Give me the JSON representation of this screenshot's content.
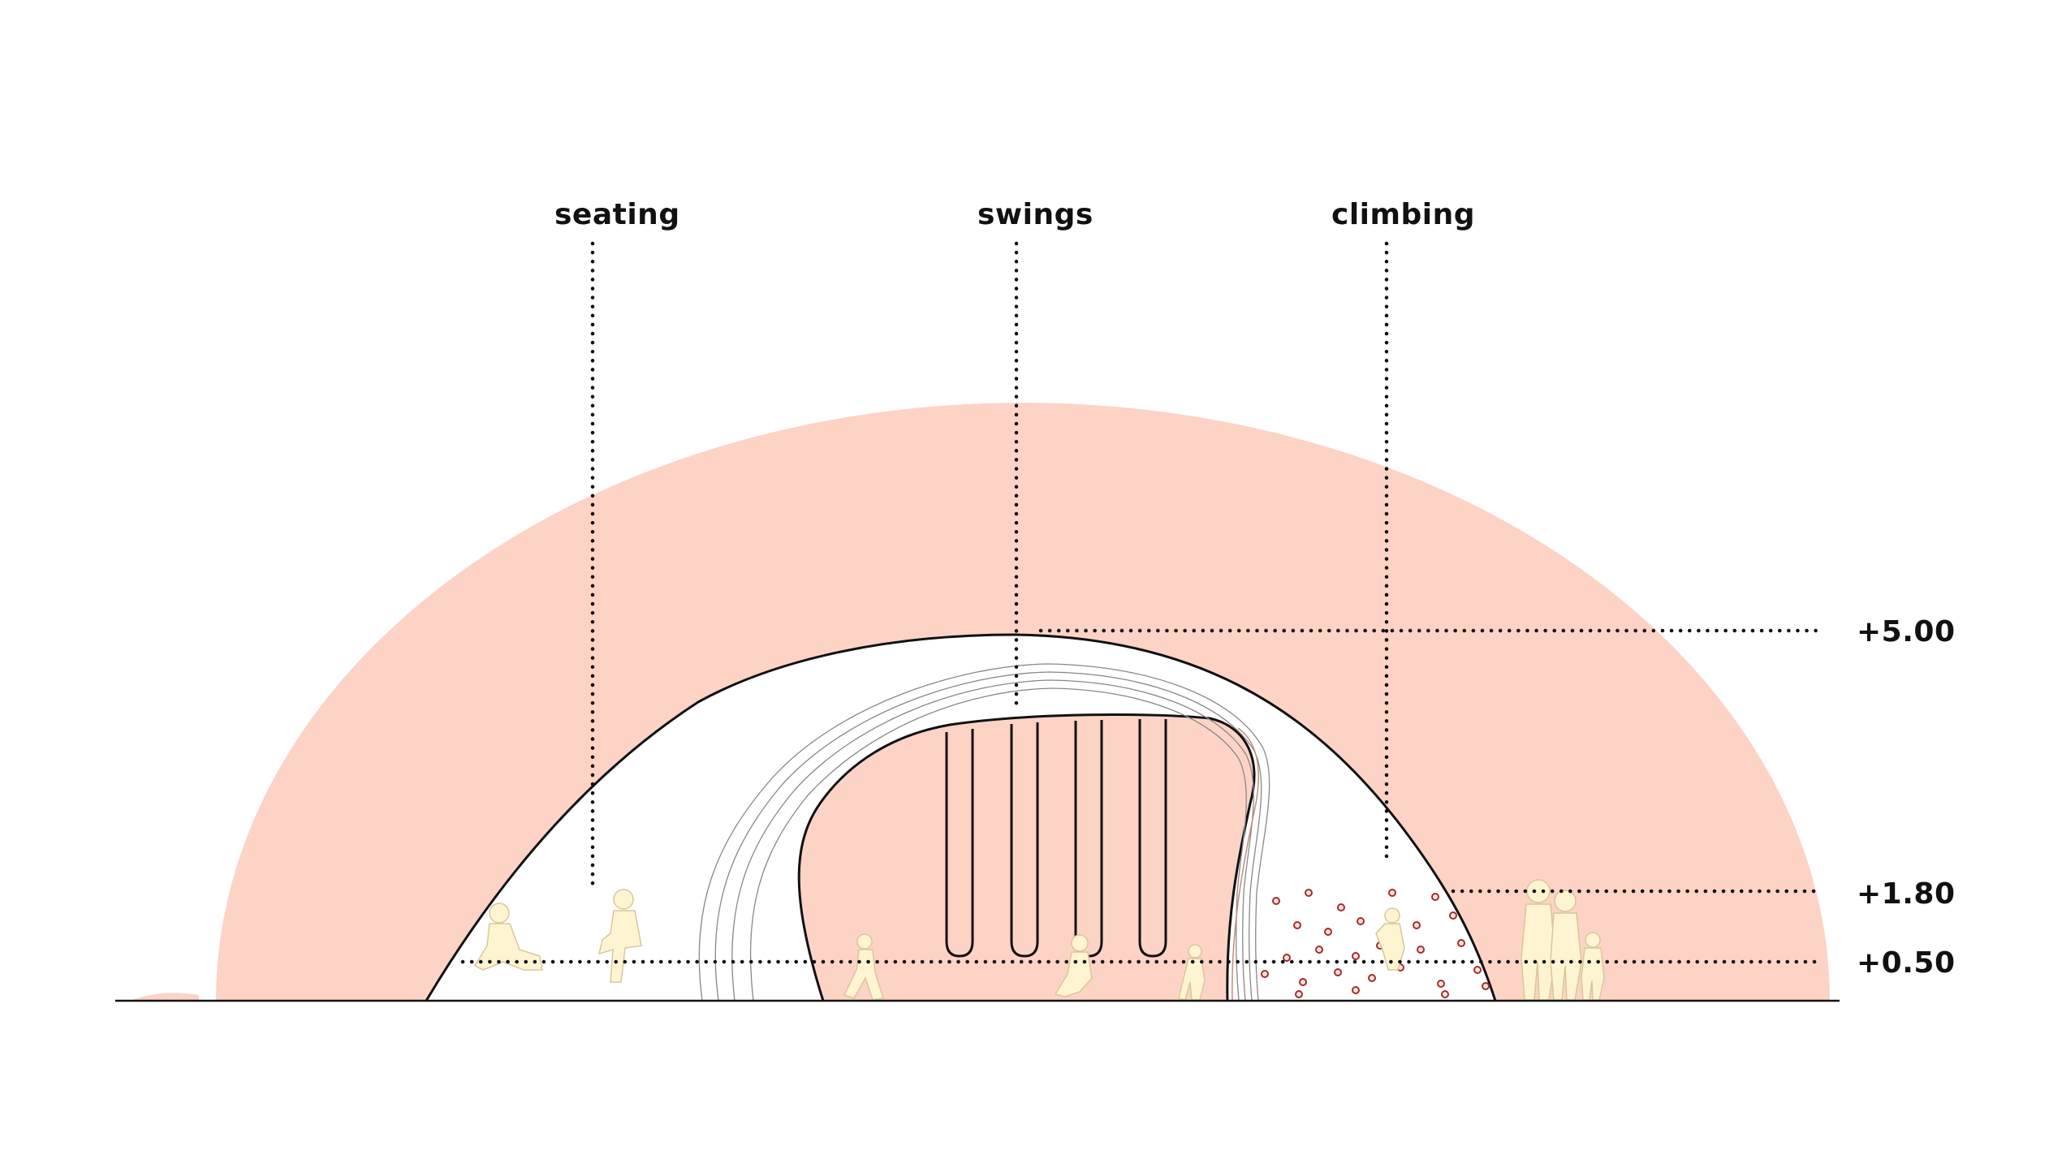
{
  "labels": {
    "seating": "seating",
    "swings": "swings",
    "climbing": "climbing"
  },
  "levels": {
    "top": "+5.00",
    "mid": "+1.80",
    "low": "+0.50"
  },
  "colors": {
    "backdrop": "#fdd3c6",
    "shell": "#ffffff",
    "outline": "#111111",
    "figure": "#fff4d2",
    "climbing_hold": "#a82a2a",
    "leader": "#111111"
  },
  "icons": {
    "people": "person-silhouette-icon",
    "holds": "climbing-hold-icon",
    "swings": "swing-seat-icon"
  }
}
